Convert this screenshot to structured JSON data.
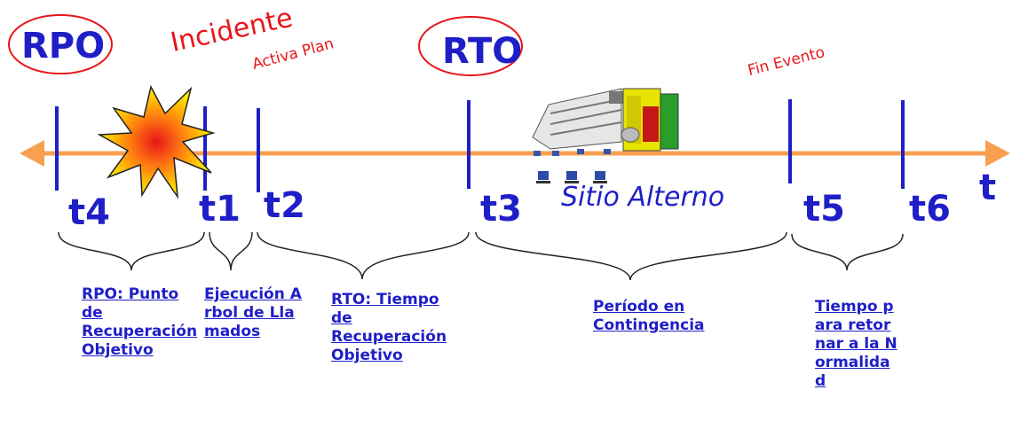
{
  "circles": {
    "rpo": "RPO",
    "rto": "RTO"
  },
  "events": {
    "incidente": "Incidente",
    "activa_plan": "Activa Plan",
    "fin_evento": "Fin Evento"
  },
  "site": {
    "label": "Sitio Alterno"
  },
  "axis": {
    "label": "t"
  },
  "ticks": {
    "t4": "t4",
    "t1": "t1",
    "t2": "t2",
    "t3": "t3",
    "t5": "t5",
    "t6": "t6"
  },
  "descriptions": {
    "rpo": "RPO: Punto de Recuperación Objetivo",
    "ejecucion": "Ejecución Arbol de Llamados",
    "rto": "RTO: Tiempo de Recuperación Objetivo",
    "contingencia": "Período en Contingencia",
    "retorno": "Tiempo para retornar a la Normalidad"
  },
  "colors": {
    "line": "#f7a050",
    "marker": "#1f1fc8",
    "text": "#1f1fc8",
    "alert": "#e8161a"
  }
}
